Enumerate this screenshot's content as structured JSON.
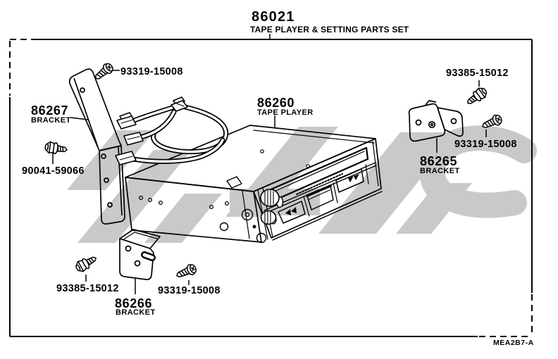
{
  "title": {
    "code": "86021",
    "subtitle": "TAPE PLAYER & SETTING PARTS SET"
  },
  "drawing_code": "MEA2B7-A",
  "parts": {
    "screw_top_left": {
      "number": "93319-15008"
    },
    "bracket_left": {
      "number": "86267",
      "name": "BRACKET"
    },
    "bolt_left": {
      "number": "90041-59066"
    },
    "tape_player": {
      "number": "86260",
      "name": "TAPE PLAYER"
    },
    "bolt_top_right": {
      "number": "93385-15012"
    },
    "screw_right": {
      "number": "93319-15008"
    },
    "bracket_right": {
      "number": "86265",
      "name": "BRACKET"
    },
    "bolt_bottom_left": {
      "number": "93385-15012"
    },
    "bracket_bottom": {
      "number": "86266",
      "name": "BRACKET"
    },
    "screw_bottom": {
      "number": "93319-15008"
    }
  },
  "colors": {
    "ink": "#000000",
    "watermark": "#c9c9c9",
    "paper": "#ffffff"
  }
}
